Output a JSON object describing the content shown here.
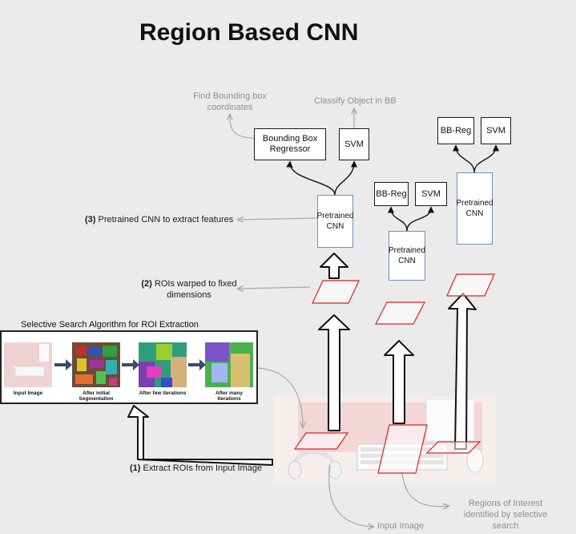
{
  "title": "Region Based CNN",
  "labels": {
    "find_bb": "Find Bounding box coordinates",
    "classify": "Classify Object in BB",
    "step3_num": "(3)",
    "step3_text": "Pretrained CNN to extract features",
    "step2_num": "(2)",
    "step2_text": "ROIs warped to fixed dimensions",
    "step1_num": "(1)",
    "step1_text": "Extract ROIs from Input Image",
    "roi_identified": "Regions of Interest identified by selective search",
    "input_image": "Input Image"
  },
  "boxes": {
    "bb_regressor": "Bounding Box Regressor",
    "svm": "SVM",
    "bb_reg": "BB-Reg",
    "pretrained_cnn": "Pretrained CNN"
  },
  "selective_search": {
    "title": "Selective Search Algorithm for ROI Extraction",
    "captions": [
      "Input Image",
      "After initial Segmentation",
      "After few iterations",
      "After many iterations"
    ]
  },
  "colors": {
    "arrow_gray": "#a8a8a8",
    "cnn_border": "#6f8fbf",
    "roi_red": "#e02020",
    "background": "#ebebeb"
  }
}
